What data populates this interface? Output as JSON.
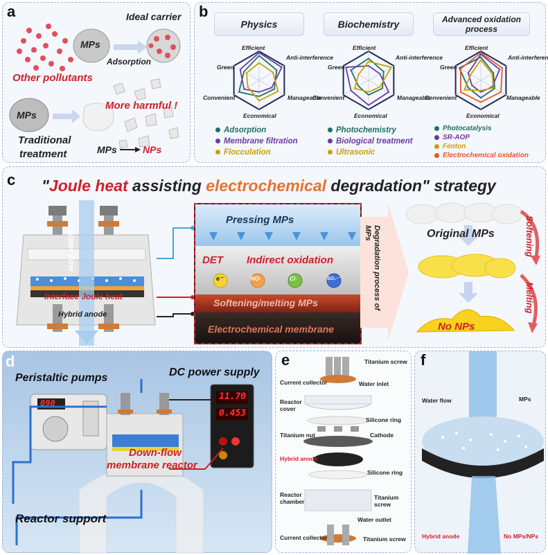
{
  "panel_a": {
    "label": "a",
    "ideal_carrier": "Ideal carrier",
    "mps_top": "MPs",
    "adsorption": "Adsorption",
    "other_pollutants": "Other pollutants",
    "more_harmful": "More harmful !",
    "mps_left": "MPs",
    "traditional": "Traditional",
    "treatment": "treatment",
    "mps_bottom": "MPs",
    "nps_bottom": "NPs"
  },
  "panel_b": {
    "label": "b",
    "headers": [
      "Physics",
      "Biochemistry",
      "Advanced oxidation process"
    ],
    "axes": [
      "Efficient",
      "Anti-interference",
      "Manageable",
      "Economical",
      "Convenient",
      "Green"
    ],
    "legends": [
      [
        {
          "name": "Adsorption",
          "color": "#1f6f63"
        },
        {
          "name": "Membrane filtration",
          "color": "#6b3aa0"
        },
        {
          "name": "Flocculation",
          "color": "#c9a100"
        }
      ],
      [
        {
          "name": "Photochemistry",
          "color": "#1f6f63"
        },
        {
          "name": "Biological treatment",
          "color": "#6b3aa0"
        },
        {
          "name": "Ultrasonic",
          "color": "#c9a100"
        }
      ],
      [
        {
          "name": "Photocatalysis",
          "color": "#1f6f63"
        },
        {
          "name": "SR-AOP",
          "color": "#6b3aa0"
        },
        {
          "name": "Fenton",
          "color": "#c9a100"
        },
        {
          "name": "Electrochemical oxidation",
          "color": "#e4572e"
        }
      ]
    ]
  },
  "panel_c": {
    "label": "c",
    "title_q1": "\"",
    "title_joule": "Joule heat",
    "title_assist": " assisting ",
    "title_electro": "electrochemical",
    "title_rest": " degradation\" strategy",
    "water_flow": "Water flow",
    "interface": "Interface Joule heat",
    "hybrid_anode": "Hybrid anode",
    "pressing": "Pressing MPs",
    "det": "DET",
    "indirect": "Indirect oxidation",
    "softening_melting": "Softening/melting MPs",
    "membrane": "Electrochemical membrane",
    "degradation": "Degradation process of MPs",
    "original": "Original MPs",
    "softening": "Softening",
    "melting": "Melting",
    "no_nps": "No NPs",
    "species": [
      "e⁻",
      "HO·",
      "Cl·",
      "SO₄·⁻"
    ]
  },
  "panel_d": {
    "label": "d",
    "peristaltic": "Peristaltic pumps",
    "dc_power": "DC power supply",
    "reactor_support": "Reactor support",
    "down_flow_1": "Down-flow",
    "down_flow_2": "membrane reactor",
    "pump_display": "090",
    "psu_v": "11.70",
    "psu_a": "0.453"
  },
  "panel_e": {
    "label": "e",
    "labels_left": [
      "Current collector",
      "Reactor cover",
      "Titanium nut",
      "Hybrid anode",
      "Reactor chamber",
      "Current collector"
    ],
    "labels_right": [
      "Titanium screw",
      "Water inlet",
      "Silicone ring",
      "Cathode",
      "Silicone ring",
      "Titanium screw",
      "Water outlet",
      "Titanium screw"
    ]
  },
  "panel_f": {
    "label": "f",
    "water_flow": "Water flow",
    "mps": "MPs",
    "hybrid_anode": "Hybrid anode",
    "no_mps_nps": "No MPs/NPs"
  },
  "radar_data": [
    {
      "series": [
        [
          0.85,
          0.7,
          0.6,
          0.55,
          0.8,
          0.6
        ],
        [
          0.95,
          0.9,
          0.5,
          0.4,
          0.6,
          0.75
        ],
        [
          0.6,
          0.55,
          0.75,
          0.7,
          0.45,
          0.5
        ]
      ]
    },
    {
      "series": [
        [
          0.75,
          0.6,
          0.55,
          0.5,
          0.4,
          0.7
        ],
        [
          0.5,
          0.45,
          0.8,
          0.85,
          0.7,
          0.9
        ],
        [
          0.65,
          0.9,
          0.45,
          0.4,
          0.55,
          0.4
        ]
      ]
    },
    {
      "series": [
        [
          0.8,
          0.5,
          0.55,
          0.6,
          0.5,
          0.85
        ],
        [
          0.9,
          0.75,
          0.45,
          0.4,
          0.35,
          0.5
        ],
        [
          0.7,
          0.45,
          0.5,
          0.35,
          0.65,
          0.4
        ],
        [
          0.95,
          0.85,
          0.8,
          0.75,
          0.8,
          0.8
        ]
      ]
    }
  ]
}
